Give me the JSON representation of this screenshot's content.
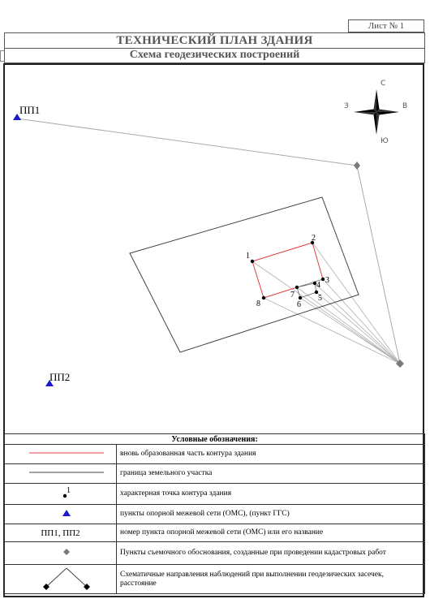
{
  "sheet_label": "Лист № 1",
  "title": "ТЕХНИЧЕСКИЙ ПЛАН ЗДАНИЯ",
  "subtitle": "Схема геодезических построений",
  "compass": {
    "north": "С",
    "south": "Ю",
    "west": "З",
    "east": "В"
  },
  "stations": {
    "pp1": "ПП1",
    "pp2": "ПП2"
  },
  "contour_points": [
    "1",
    "2",
    "3",
    "4",
    "5",
    "6",
    "7",
    "8"
  ],
  "legend": {
    "header": "Условные обозначения:",
    "rows": [
      {
        "symbol": "red-line",
        "text": "вновь образованная часть контура здания"
      },
      {
        "symbol": "gray-line",
        "text": "граница земельного участка"
      },
      {
        "symbol": "point",
        "symbol_text": "1",
        "text": "характерная точка контура здания"
      },
      {
        "symbol": "blue-triangle",
        "text": "пункты опорной межевой сети (ОМС), (пункт ГГС)"
      },
      {
        "symbol": "text",
        "symbol_text": "ПП1, ПП2",
        "text": "номер пункта опорной межевой сети (ОМС) или его название"
      },
      {
        "symbol": "gray-diamond",
        "text": "Пункты съемочного обоснования, созданные при проведении кадастровых работ"
      },
      {
        "symbol": "angle",
        "text": "Схематичные направления наблюдений при выполнении геодезических засечек, расстояние"
      }
    ]
  },
  "colors": {
    "contour": "#e04040",
    "boundary": "#444444",
    "ops": "#1a1acc",
    "survey": "#7a7a7a",
    "sight": "#aaaaaa"
  }
}
